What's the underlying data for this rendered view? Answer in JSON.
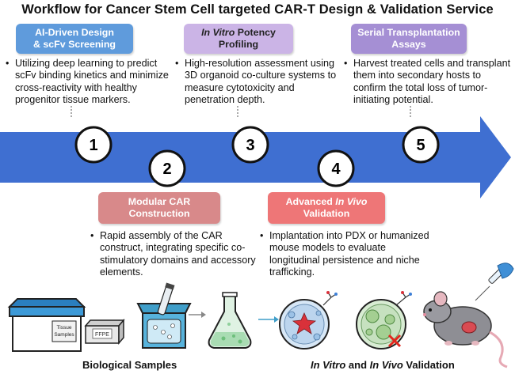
{
  "title": "Workflow for Cancer Stem Cell targeted CAR-T Design & Validation Service",
  "steps": [
    {
      "number": "1",
      "title_line1": "AI-Driven Design",
      "title_line2": "& scFv Screening",
      "description": "Utilizing deep learning to predict scFv binding kinetics and minimize cross-reactivity with healthy progenitor tissue markers.",
      "color": "#5f9bdc"
    },
    {
      "number": "2",
      "title_line1": "Modular CAR",
      "title_line2": "Construction",
      "description": "Rapid assembly of the CAR construct, integrating specific co-stimulatory domains and accessory elements.",
      "color": "#d8898a"
    },
    {
      "number": "3",
      "title_line1_italic": "In Vitro",
      "title_line1_rest": " Potency",
      "title_line2": "Profiling",
      "description": "High-resolution assessment using 3D organoid co-culture systems to measure cytotoxicity and penetration depth.",
      "color": "#cbb4e6"
    },
    {
      "number": "4",
      "title_line1_prefix": "Advanced ",
      "title_line1_italic": "In Vivo",
      "title_line2": "Validation",
      "description": "Implantation into PDX or humanized mouse models to evaluate longitudinal persistence and niche trafficking.",
      "color": "#ee7677"
    },
    {
      "number": "5",
      "title_line1": "Serial Transplantation",
      "title_line2": "Assays",
      "description": "Harvest treated cells and transplant them into secondary hosts to confirm the total loss of tumor-initiating potential.",
      "color": "#a58fd4"
    }
  ],
  "arrow_color": "#3f6fd1",
  "captions": {
    "left": "Biological Samples",
    "right_italic_1": "In Vitro",
    "right_mid": " and ",
    "right_italic_2": "In Vivo",
    "right_end": " Validation"
  },
  "illustration_labels": {
    "box_label": "Tissue Samples",
    "small_box_label": "FFPE"
  },
  "icons": [
    "sample-box-icon",
    "ffpe-block-icon",
    "cooler-icon",
    "flask-icon",
    "petri-dish-kill-icon",
    "petri-dish-blocked-icon",
    "mouse-icon",
    "syringe-icon"
  ]
}
